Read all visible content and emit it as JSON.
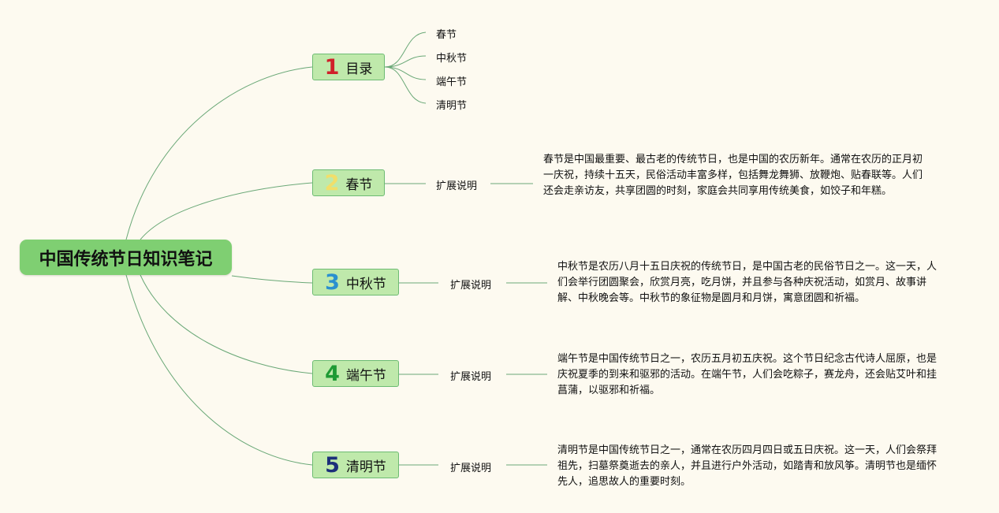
{
  "root": {
    "title": "中国传统节日知识笔记"
  },
  "colors": {
    "background": "#fdfaf0",
    "root_fill": "#7fcf72",
    "topic_fill": "#bfe9ab",
    "topic_border": "#6dbb73",
    "line": "#6aa877"
  },
  "topics": [
    {
      "number": "1",
      "number_color": "#d0202a",
      "label": "目录",
      "children": [
        "春节",
        "中秋节",
        "端午节",
        "清明节"
      ]
    },
    {
      "number": "2",
      "number_color": "#f1de6a",
      "label": "春节",
      "sub_label": "扩展说明",
      "description": "春节是中国最重要、最古老的传统节日，也是中国的农历新年。通常在农历的正月初一庆祝，持续十五天，民俗活动丰富多样，包括舞龙舞狮、放鞭炮、贴春联等。人们还会走亲访友，共享团圆的时刻，家庭会共同享用传统美食，如饺子和年糕。"
    },
    {
      "number": "3",
      "number_color": "#2a90cf",
      "label": "中秋节",
      "sub_label": "扩展说明",
      "description": "中秋节是农历八月十五日庆祝的传统节日，是中国古老的民俗节日之一。这一天，人们会举行团圆聚会，欣赏月亮，吃月饼，并且参与各种庆祝活动，如赏月、故事讲解、中秋晚会等。中秋节的象征物是圆月和月饼，寓意团圆和祈福。"
    },
    {
      "number": "4",
      "number_color": "#1e9a34",
      "label": "端午节",
      "sub_label": "扩展说明",
      "description": "端午节是中国传统节日之一，农历五月初五庆祝。这个节日纪念古代诗人屈原，也是庆祝夏季的到来和驱邪的活动。在端午节，人们会吃粽子，赛龙舟，还会贴艾叶和挂菖蒲，以驱邪和祈福。"
    },
    {
      "number": "5",
      "number_color": "#1c2f7a",
      "label": "清明节",
      "sub_label": "扩展说明",
      "description": "清明节是中国传统节日之一，通常在农历四月四日或五日庆祝。这一天，人们会祭拜祖先，扫墓祭奠逝去的亲人，并且进行户外活动，如踏青和放风筝。清明节也是缅怀先人，追思故人的重要时刻。"
    }
  ]
}
